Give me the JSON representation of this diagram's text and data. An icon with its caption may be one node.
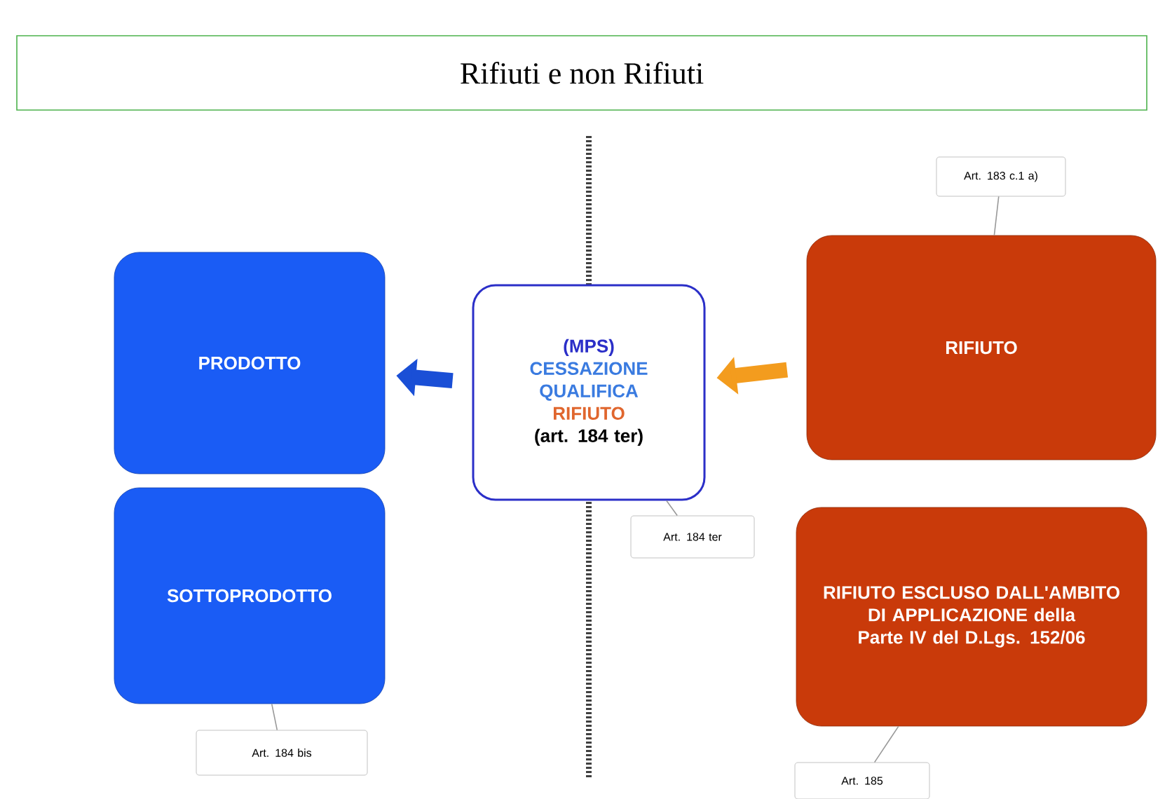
{
  "diagram": {
    "title": "Rifiuti e non Rifiuti",
    "nodes": [
      {
        "text": [
          "PRODOTTO"
        ]
      },
      {
        "text": [
          "SOTTOPRODOTTO"
        ]
      },
      {
        "text": [
          "(MPS)",
          "CESSAZIONE QUALIFICA",
          "RIFIUTO",
          "(art. 184 ter)"
        ]
      },
      {
        "text": [
          "RIFIUTO"
        ]
      },
      {
        "text": [
          "RIFIUTO ESCLUSO DALL'AMBITO DI APPLICAZIONE della Parte IV del D.Lgs. 152/06"
        ]
      },
      {
        "text": [
          "Art. 183 c.1 a)"
        ]
      },
      {
        "text": [
          "Art. 184 ter"
        ]
      },
      {
        "text": [
          "Art. 184 bis"
        ]
      },
      {
        "text": [
          "Art. 185"
        ]
      }
    ],
    "edges": [
      {
        "from": 3,
        "to": 2,
        "arrow": "to",
        "style": "thick",
        "color": "#f39c1e"
      },
      {
        "from": 2,
        "to": 0,
        "arrow": "to",
        "style": "thick",
        "color": "#1a4fd6"
      },
      {
        "from": 5,
        "to": 3,
        "arrow": "none"
      },
      {
        "from": 6,
        "to": 2,
        "arrow": "none"
      },
      {
        "from": 7,
        "to": 1,
        "arrow": "none"
      },
      {
        "from": 8,
        "to": 4,
        "arrow": "none"
      }
    ]
  }
}
